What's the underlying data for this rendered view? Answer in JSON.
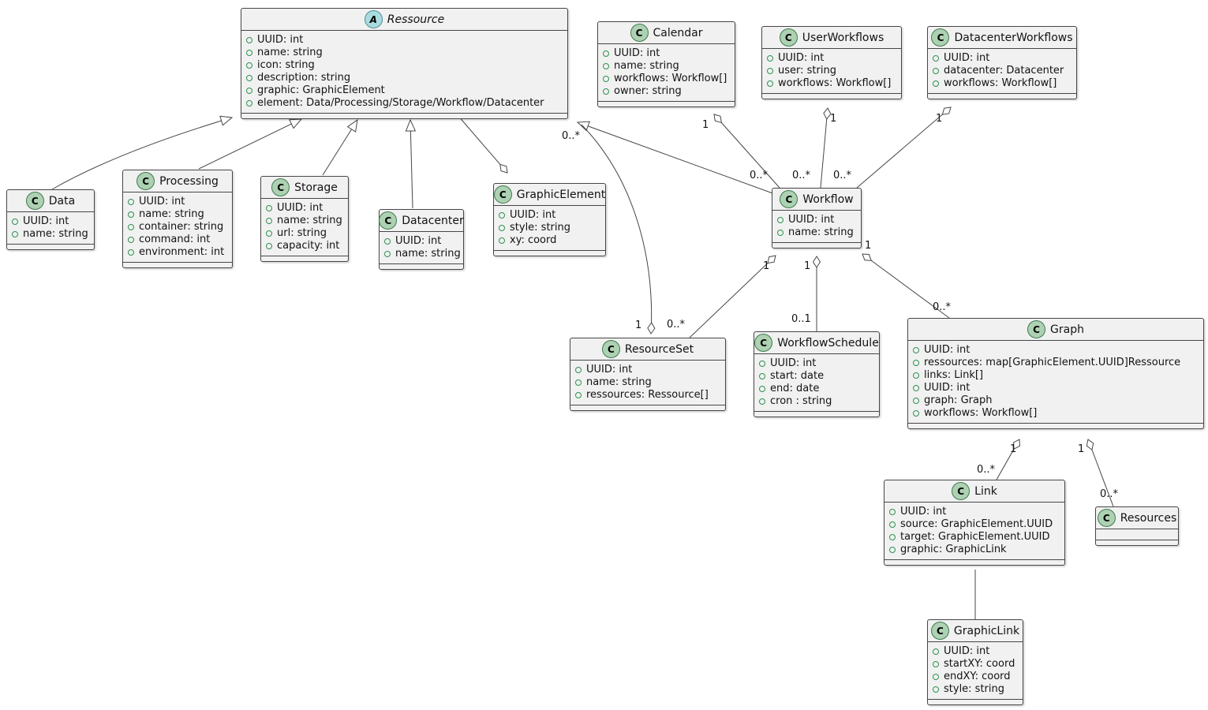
{
  "diagram": {
    "type": "uml-class-diagram",
    "colors": {
      "box_fill": "#F1F1F1",
      "box_border": "#454645",
      "edge_line": "#454645",
      "class_icon_fill": "#ADD1B2",
      "abstract_icon_fill": "#A9DCDF",
      "field_icon": "#2E9152"
    },
    "classes": {
      "ressource": {
        "icon": "A",
        "name": "Ressource",
        "attrs": [
          "UUID: int",
          "name: string",
          "icon: string",
          "description: string",
          "graphic: GraphicElement",
          "element: Data/Processing/Storage/Workflow/Datacenter"
        ]
      },
      "calendar": {
        "icon": "C",
        "name": "Calendar",
        "attrs": [
          "UUID: int",
          "name: string",
          "workflows: Workflow[]",
          "owner: string"
        ]
      },
      "userworkflows": {
        "icon": "C",
        "name": "UserWorkflows",
        "attrs": [
          "UUID: int",
          "user: string",
          "workflows: Workflow[]"
        ]
      },
      "datacenterworkflows": {
        "icon": "C",
        "name": "DatacenterWorkflows",
        "attrs": [
          "UUID: int",
          "datacenter: Datacenter",
          "workflows: Workflow[]"
        ]
      },
      "data": {
        "icon": "C",
        "name": "Data",
        "attrs": [
          "UUID: int",
          "name: string"
        ]
      },
      "processing": {
        "icon": "C",
        "name": "Processing",
        "attrs": [
          "UUID: int",
          "name: string",
          "container: string",
          "command: int",
          "environment: int"
        ]
      },
      "storage": {
        "icon": "C",
        "name": "Storage",
        "attrs": [
          "UUID: int",
          "name: string",
          "url: string",
          "capacity: int"
        ]
      },
      "datacenter": {
        "icon": "C",
        "name": "Datacenter",
        "attrs": [
          "UUID: int",
          "name: string"
        ]
      },
      "graphicelement": {
        "icon": "C",
        "name": "GraphicElement",
        "attrs": [
          "UUID: int",
          "style: string",
          "xy: coord"
        ]
      },
      "workflow": {
        "icon": "C",
        "name": "Workflow",
        "attrs": [
          "UUID: int",
          "name: string"
        ]
      },
      "resourceset": {
        "icon": "C",
        "name": "ResourceSet",
        "attrs": [
          "UUID: int",
          "name: string",
          "ressources: Ressource[]"
        ]
      },
      "workflowschedule": {
        "icon": "C",
        "name": "WorkflowSchedule",
        "attrs": [
          "UUID: int",
          "start: date",
          "end: date",
          "cron : string"
        ]
      },
      "graph": {
        "icon": "C",
        "name": "Graph",
        "attrs": [
          "UUID: int",
          "ressources: map[GraphicElement.UUID]Ressource",
          "links: Link[]",
          "UUID: int",
          "graph: Graph",
          "workflows: Workflow[]"
        ]
      },
      "link": {
        "icon": "C",
        "name": "Link",
        "attrs": [
          "UUID: int",
          "source: GraphicElement.UUID",
          "target: GraphicElement.UUID",
          "graphic: GraphicLink"
        ]
      },
      "resources": {
        "icon": "C",
        "name": "Resources",
        "attrs": []
      },
      "graphiclink": {
        "icon": "C",
        "name": "GraphicLink",
        "attrs": [
          "UUID: int",
          "startXY: coord",
          "endXY: coord",
          "style: string"
        ]
      }
    },
    "multiplicities": {
      "calendar_one": "1",
      "calendar_many": "0..*",
      "userworkflows_one": "1",
      "userworkflows_many": "0..*",
      "datacenterworkflows_one": "1",
      "datacenterworkflows_many": "0..*",
      "resourceset_one": "1",
      "ressource_many": "0..*",
      "workflow_resourceset_one": "1",
      "workflow_resourceset_many": "0..*",
      "workflow_schedule_one": "1",
      "workflow_schedule_opt": "0..1",
      "workflow_graph_one": "1",
      "workflow_graph_many": "0..*",
      "graph_link_one": "1",
      "graph_link_many": "0..*",
      "graph_resources_one": "1",
      "graph_resources_many": "0..*"
    }
  }
}
